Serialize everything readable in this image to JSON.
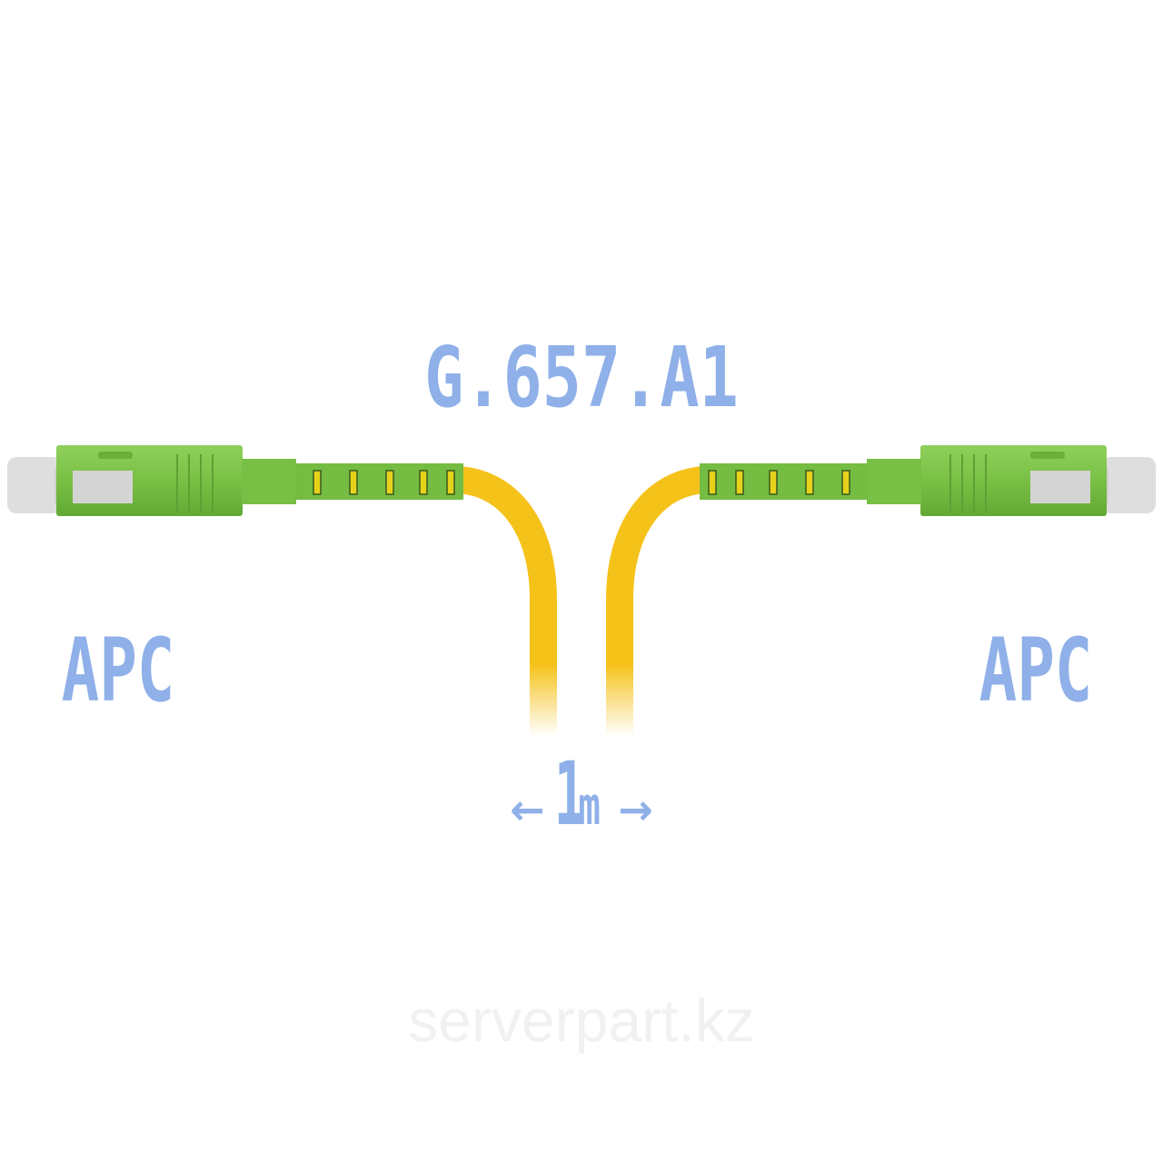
{
  "labels": {
    "fiber_type": "G.657.A1",
    "left_connector_polish": "APC",
    "right_connector_polish": "APC",
    "length_value": "1",
    "length_unit": "m",
    "arrow_left": "←",
    "arrow_right": "→"
  },
  "watermark": "serverpart.kz",
  "colors": {
    "label_blue": "#8fb0e8",
    "connector_green": "#7cc14a",
    "cable_yellow": "#f5c21a",
    "ferrule_grey": "#dcdcdc"
  }
}
